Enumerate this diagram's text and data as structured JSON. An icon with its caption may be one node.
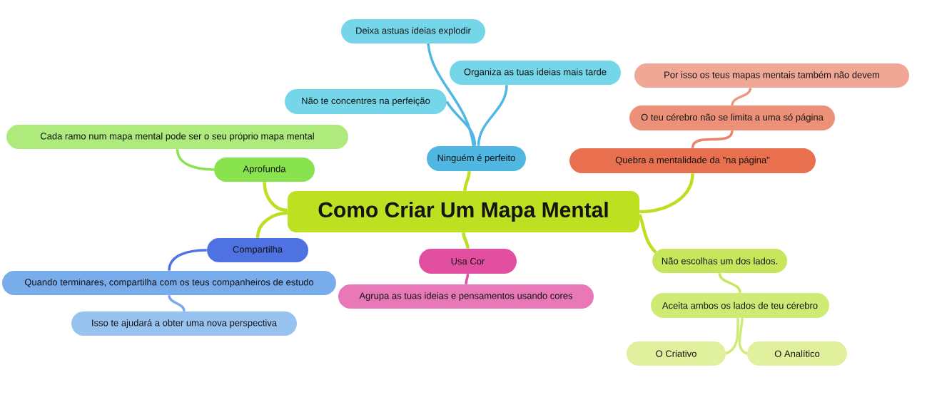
{
  "diagram": {
    "nodes": [
      {
        "text": [
          "Como Criar Um Mapa Mental"
        ]
      },
      {
        "text": [
          "Ninguém é perfeito"
        ]
      },
      {
        "text": [
          "Deixa astuas ideias explodir"
        ]
      },
      {
        "text": [
          "Organiza as tuas ideias mais tarde"
        ]
      },
      {
        "text": [
          "Não te concentres na perfeição"
        ]
      },
      {
        "text": [
          "Quebra a mentalidade da \"na página\""
        ]
      },
      {
        "text": [
          "O teu cérebro não se limita a uma só página"
        ]
      },
      {
        "text": [
          "Por isso os teus mapas mentais também não devem"
        ]
      },
      {
        "text": [
          "Aprofunda"
        ]
      },
      {
        "text": [
          "Cada ramo num mapa mental pode ser o seu próprio mapa mental"
        ]
      },
      {
        "text": [
          "Compartilha"
        ]
      },
      {
        "text": [
          "Quando terminares, compartilha com os teus companheiros de estudo"
        ]
      },
      {
        "text": [
          "Isso te ajudará a obter uma nova perspectiva"
        ]
      },
      {
        "text": [
          "Usa Cor"
        ]
      },
      {
        "text": [
          "Agrupa as tuas ideias e pensamentos usando cores"
        ]
      },
      {
        "text": [
          "Não escolhas um dos lados."
        ]
      },
      {
        "text": [
          "Aceita ambos os lados de teu cérebro"
        ]
      },
      {
        "text": [
          "O Criativo"
        ]
      },
      {
        "text": [
          "O Analítico"
        ]
      }
    ],
    "edges": [
      {
        "from": 0,
        "to": 1,
        "arrow": "none"
      },
      {
        "from": 1,
        "to": 2,
        "arrow": "none",
        "color": "#4fb7e2"
      },
      {
        "from": 1,
        "to": 3,
        "arrow": "none",
        "color": "#4fb7e2"
      },
      {
        "from": 1,
        "to": 4,
        "arrow": "none",
        "color": "#4fb7e2"
      },
      {
        "from": 0,
        "to": 5,
        "arrow": "none"
      },
      {
        "from": 5,
        "to": 6,
        "arrow": "none",
        "color": "#e8846a"
      },
      {
        "from": 6,
        "to": 7,
        "arrow": "none",
        "color": "#eb9a82"
      },
      {
        "from": 0,
        "to": 8,
        "arrow": "none"
      },
      {
        "from": 8,
        "to": 9,
        "arrow": "none",
        "color": "#88e34f"
      },
      {
        "from": 0,
        "to": 10,
        "arrow": "none"
      },
      {
        "from": 10,
        "to": 11,
        "arrow": "none",
        "color": "#4e72e2"
      },
      {
        "from": 11,
        "to": 12,
        "arrow": "none",
        "color": "#78acea"
      },
      {
        "from": 0,
        "to": 13,
        "arrow": "none"
      },
      {
        "from": 13,
        "to": 14,
        "arrow": "none",
        "color": "#e34fa0"
      },
      {
        "from": 0,
        "to": 15,
        "arrow": "none"
      },
      {
        "from": 15,
        "to": 16,
        "arrow": "none",
        "color": "#c8e65c"
      },
      {
        "from": 16,
        "to": 17,
        "arrow": "none",
        "color": "#d0ea76"
      },
      {
        "from": 16,
        "to": 18,
        "arrow": "none",
        "color": "#d0ea76"
      }
    ]
  }
}
